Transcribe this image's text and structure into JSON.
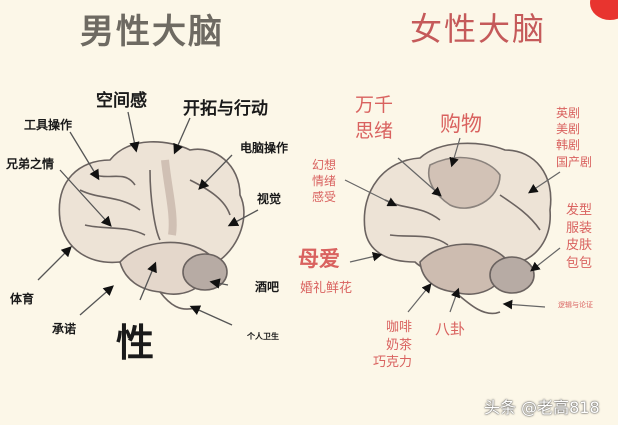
{
  "titles": {
    "male": "男性大脑",
    "female": "女性大脑"
  },
  "male_labels": {
    "spatial": "空间感",
    "pioneering": "开拓与行动",
    "tools": "工具操作",
    "brotherhood": "兄弟之情",
    "computer": "电脑操作",
    "vision": "视觉",
    "sports": "体育",
    "bar": "酒吧",
    "promise": "承诺",
    "sex": "性",
    "hygiene": "个人卫生"
  },
  "female_labels": {
    "thoughts": [
      "万千",
      "思绪"
    ],
    "shopping": "购物",
    "dramas": [
      "英剧",
      "美剧",
      "韩剧",
      "国产剧"
    ],
    "fantasy": [
      "幻想",
      "情绪",
      "感受"
    ],
    "fashion": [
      "发型",
      "服装",
      "皮肤",
      "包包"
    ],
    "maternal": "母爱",
    "wedding": "婚礼鲜花",
    "logic": "逻辑与论证",
    "treats": [
      "咖啡",
      "奶茶",
      "巧克力"
    ],
    "gossip": "八卦"
  },
  "watermark": "头条 @老高818",
  "colors": {
    "background": "#fcf7e8",
    "male_title": "#6e6a62",
    "female_text": "#d9625f",
    "brain_fill": "#ede3d6",
    "brain_shade": "#c9b8ac",
    "outline": "#6b6360",
    "corner_badge": "#e8342f"
  }
}
